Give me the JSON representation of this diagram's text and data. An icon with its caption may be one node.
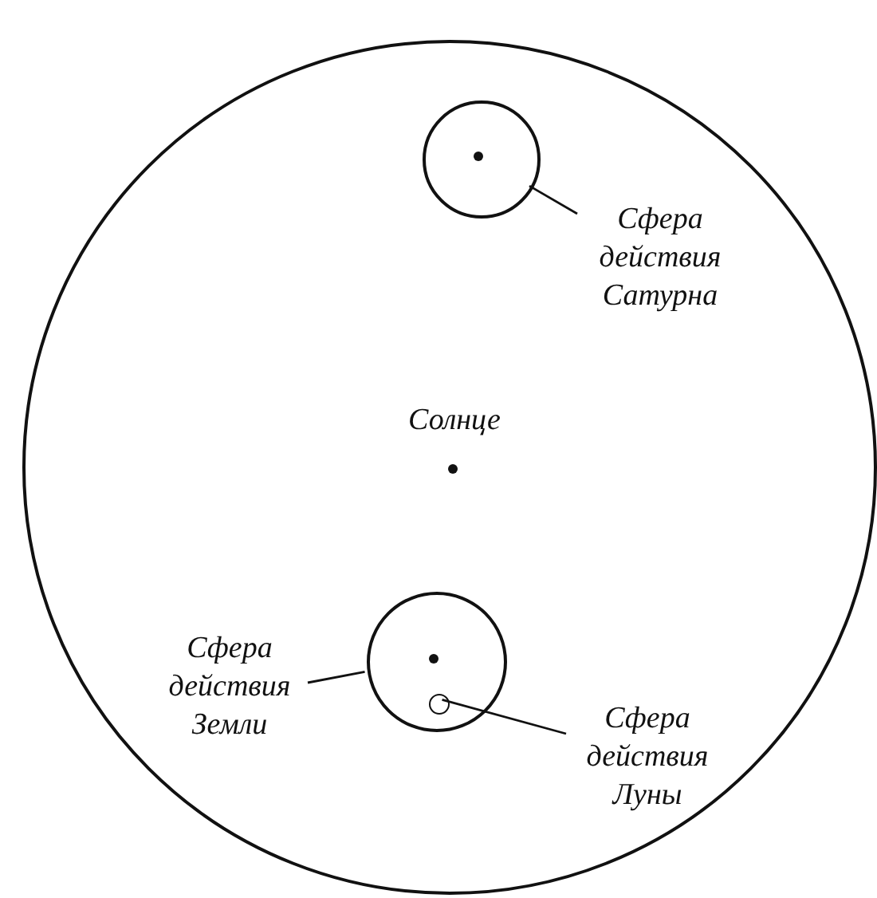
{
  "diagram": {
    "nodes": [
      {
        "text": [
          "Солнце"
        ]
      },
      {
        "text": [],
        "shape": "circle",
        "in": 0
      },
      {
        "text": [
          "Сфера действия Сатурна"
        ],
        "in": 0
      },
      {
        "text": [],
        "shape": "circle",
        "in": 0
      },
      {
        "text": [
          "Сфера действия Земли"
        ],
        "in": 0
      },
      {
        "text": [],
        "shape": "circle",
        "in": 3
      },
      {
        "text": [
          "Сфера действия Луны"
        ],
        "in": 0
      }
    ],
    "edges": [
      {
        "from": 2,
        "to": 1,
        "arrow": "none"
      },
      {
        "from": 4,
        "to": 3,
        "arrow": "none"
      },
      {
        "from": 6,
        "to": 5,
        "arrow": "none"
      }
    ]
  }
}
